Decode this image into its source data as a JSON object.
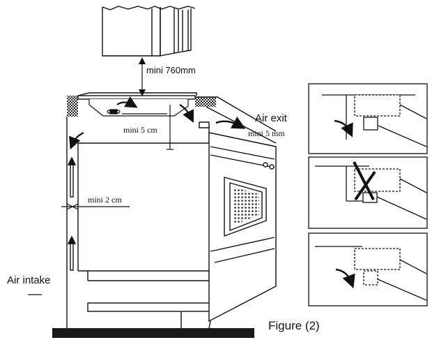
{
  "labels": {
    "hood_clearance": "mini 760mm",
    "top_gap": "mini 5 cm",
    "air_exit": "Air exit",
    "exit_gap": "mini 5 mm",
    "side_gap": "mini 2 cm",
    "air_intake": "Air intake",
    "figure_caption": "Figure (2)"
  },
  "icons": {
    "airflow": "curved-arrow-icon",
    "prohibited": "cross-out-icon"
  },
  "colors": {
    "line": "#111111",
    "floor": "#1a1a1a"
  }
}
